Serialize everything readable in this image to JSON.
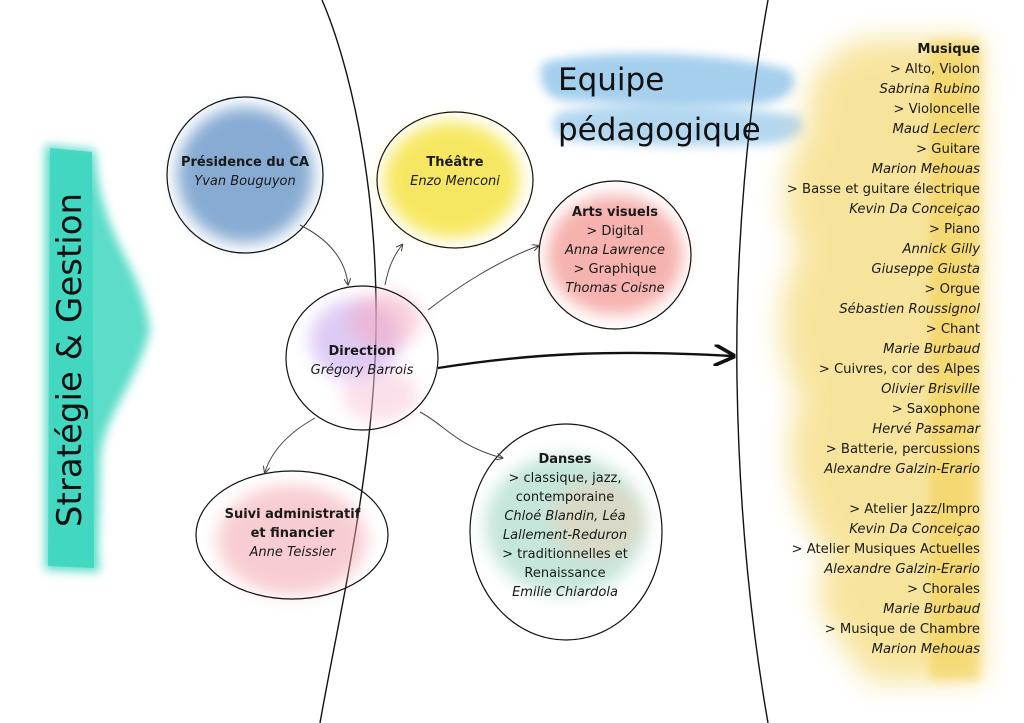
{
  "left_title": "Stratégie & Gestion",
  "equipe_title": [
    "Equipe",
    "pédagogique"
  ],
  "nodes": {
    "presidence": {
      "title": "Présidence du CA",
      "person": "Yvan Bouguyon"
    },
    "theatre": {
      "title": "Théâtre",
      "person": "Enzo Menconi"
    },
    "arts_visuels": {
      "title": "Arts visuels",
      "item1": "> Digital",
      "person1": "Anna Lawrence",
      "item2": "> Graphique",
      "person2": "Thomas Coisne"
    },
    "direction": {
      "title": "Direction",
      "person": "Grégory Barrois"
    },
    "suivi": {
      "title_line1": "Suivi administratif",
      "title_line2": "et financier",
      "person": "Anne Teissier"
    },
    "danses": {
      "title": "Danses",
      "item1_line1": "> classique, jazz,",
      "item1_line2": "contemporaine",
      "person1_line1": "Chloé Blandin, Léa",
      "person1_line2": "Lallement-Reduron",
      "item2_line1": "> traditionnelles et",
      "item2_line2": "Renaissance",
      "person2": "Emilie Chiardola"
    }
  },
  "music": {
    "heading": "Musique",
    "entries": [
      {
        "kind": "item",
        "text": "> Alto, Violon"
      },
      {
        "kind": "person",
        "text": "Sabrina Rubino"
      },
      {
        "kind": "item",
        "text": "> Violoncelle"
      },
      {
        "kind": "person",
        "text": "Maud Leclerc"
      },
      {
        "kind": "item",
        "text": "> Guitare"
      },
      {
        "kind": "person",
        "text": "Marion Mehouas"
      },
      {
        "kind": "item",
        "text": "> Basse et guitare électrique"
      },
      {
        "kind": "person",
        "text": "Kevin Da Conceiçao"
      },
      {
        "kind": "item",
        "text": "> Piano"
      },
      {
        "kind": "person",
        "text": "Annick Gilly"
      },
      {
        "kind": "person",
        "text": "Giuseppe Giusta"
      },
      {
        "kind": "item",
        "text": "> Orgue"
      },
      {
        "kind": "person",
        "text": "Sébastien Roussignol"
      },
      {
        "kind": "item",
        "text": "> Chant"
      },
      {
        "kind": "person",
        "text": "Marie Burbaud"
      },
      {
        "kind": "item",
        "text": "> Cuivres, cor des Alpes"
      },
      {
        "kind": "person",
        "text": "Olivier Brisville"
      },
      {
        "kind": "item",
        "text": "> Saxophone"
      },
      {
        "kind": "person",
        "text": "Hervé Passamar"
      },
      {
        "kind": "item",
        "text": "> Batterie, percussions"
      },
      {
        "kind": "person",
        "text": "Alexandre Galzin-Erario"
      },
      {
        "kind": "spacer",
        "text": ""
      },
      {
        "kind": "item",
        "text": "> Atelier Jazz/Impro"
      },
      {
        "kind": "person",
        "text": "Kevin Da Conceiçao"
      },
      {
        "kind": "item",
        "text": "> Atelier Musiques Actuelles"
      },
      {
        "kind": "person",
        "text": "Alexandre Galzin-Erario"
      },
      {
        "kind": "item",
        "text": "> Chorales"
      },
      {
        "kind": "person",
        "text": "Marie Burbaud"
      },
      {
        "kind": "item",
        "text": "> Musique de Chambre"
      },
      {
        "kind": "person",
        "text": "Marion Mehouas"
      }
    ]
  },
  "colors": {
    "teal": "#3fd6c0",
    "blue_wash": "#5aa8e0",
    "presidence": "#5f8fc4",
    "theatre": "#f5e23a",
    "arts_visuels": "#f08a84",
    "suivi": "#f3a6ad",
    "danses": "#9fd6c3",
    "music_band": "#f2cf4d"
  }
}
